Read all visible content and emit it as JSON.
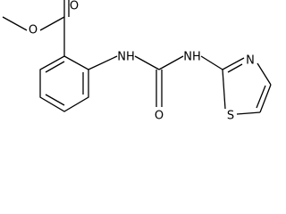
{
  "atoms": {
    "o_methoxy": "O",
    "o_carbonyl_ester": "O",
    "nh_left": "NH",
    "nh_right": "NH",
    "o_urea": "O",
    "n_thiazole": "N",
    "s_thiazole": "S"
  }
}
